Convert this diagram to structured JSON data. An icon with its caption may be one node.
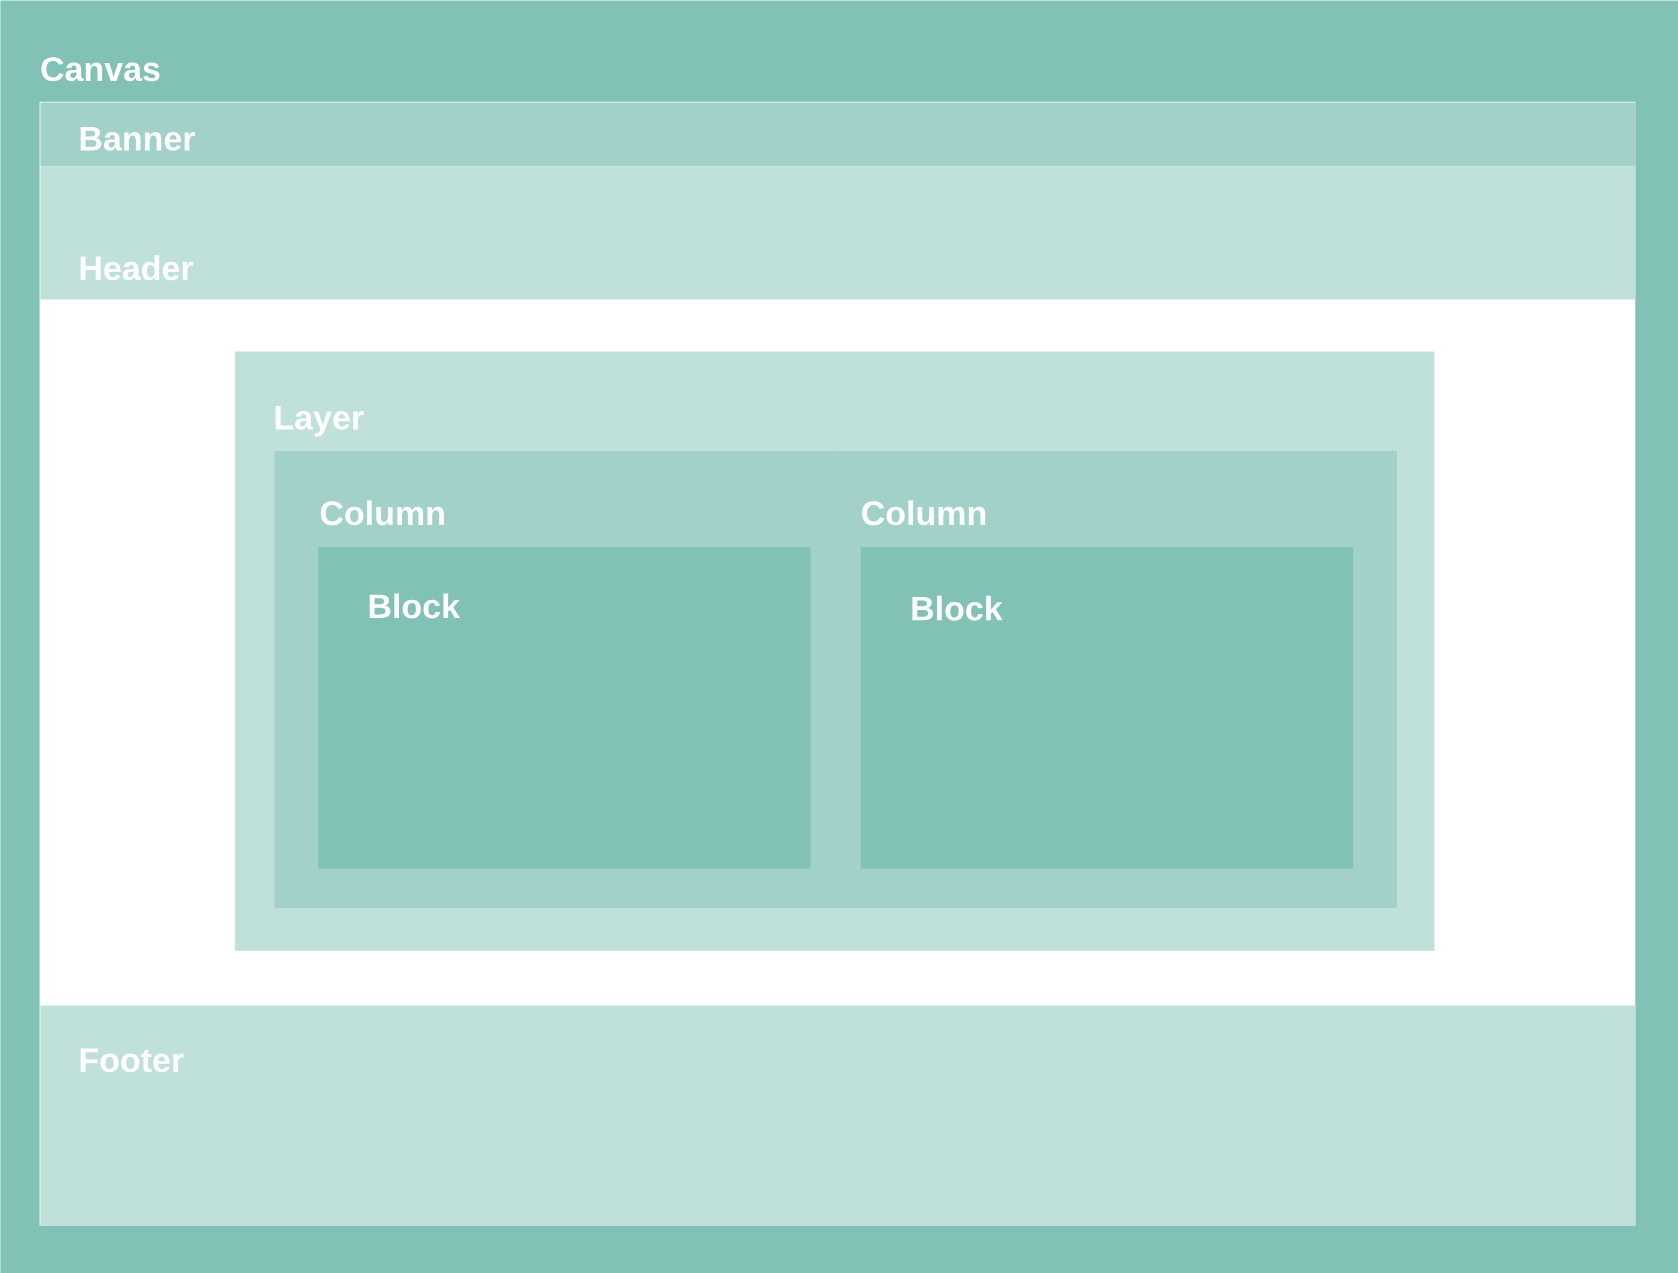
{
  "diagram": {
    "nodes": [
      {
        "text": [
          "Canvas"
        ]
      },
      {
        "text": [
          "Banner"
        ],
        "in": 0
      },
      {
        "text": [
          "Header"
        ],
        "in": 0
      },
      {
        "text": [
          "Layer"
        ],
        "in": 0
      },
      {
        "text": [
          "Column"
        ],
        "in": 3
      },
      {
        "text": [
          "Block"
        ],
        "in": 4
      },
      {
        "text": [
          "Column"
        ],
        "in": 3
      },
      {
        "text": [
          "Block"
        ],
        "in": 6
      },
      {
        "text": [
          "Footer"
        ],
        "in": 0
      }
    ]
  }
}
